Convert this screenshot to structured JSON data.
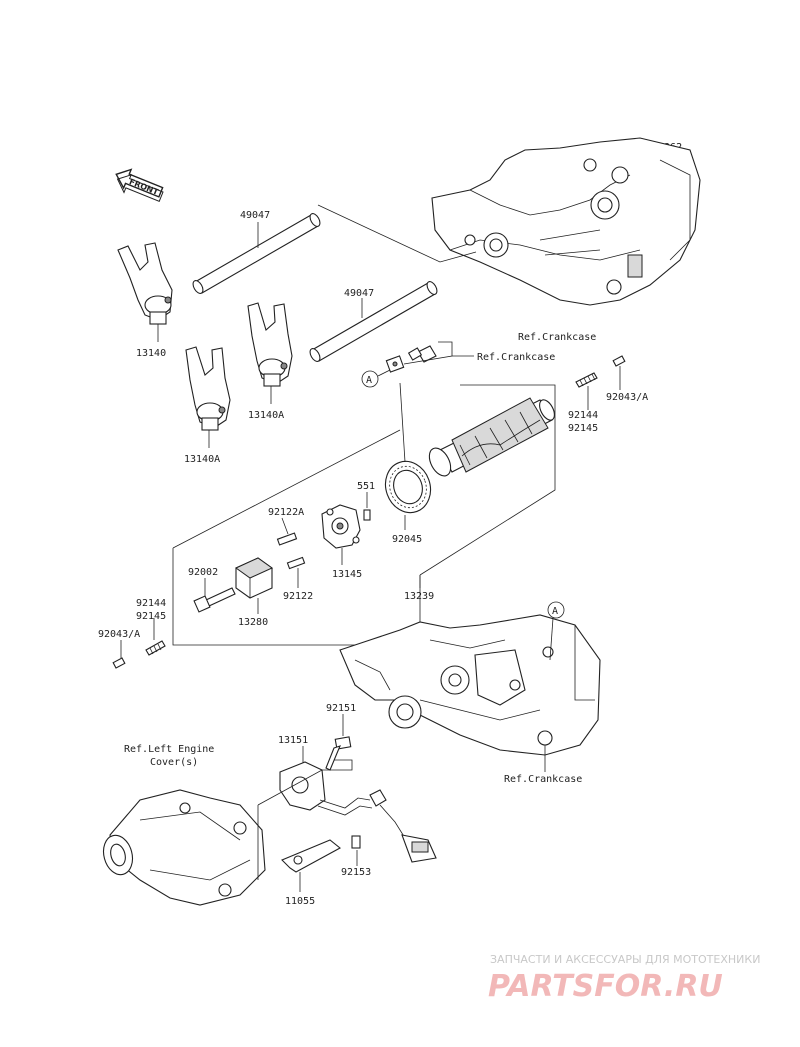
{
  "diagram_code": "E1362",
  "front_label": "FRONT",
  "callouts": {
    "c49047_top": "49047",
    "c49047_mid": "49047",
    "c13140": "13140",
    "c13140a_left": "13140A",
    "c13140a_right": "13140A",
    "ref_crankcase_top": "Ref.Crankcase",
    "ref_crankcase_mid": "Ref.Crankcase",
    "ref_crankcase_bottom": "Ref.Crankcase",
    "marker_a_upper": "A",
    "marker_a_lower": "A",
    "c92043a_right": "92043/A",
    "c92144_right": "92144",
    "c92145_right": "92145",
    "c551": "551",
    "c92122a": "92122A",
    "c92045": "92045",
    "c92002": "92002",
    "c13145": "13145",
    "c92122": "92122",
    "c13239": "13239",
    "c13280": "13280",
    "c92144_left": "92144",
    "c92145_left": "92145",
    "c92043a_left": "92043/A",
    "c92151": "92151",
    "c13151": "13151",
    "ref_left_cover_line1": "Ref.Left Engine",
    "ref_left_cover_line2": "Cover(s)",
    "c92153": "92153",
    "c11055": "11055"
  },
  "watermark": {
    "tagline": "ЗАПЧАСТИ И АКСЕССУАРЫ ДЛЯ МОТОТЕХНИКИ",
    "brand": "PARTSFOR.RU"
  }
}
